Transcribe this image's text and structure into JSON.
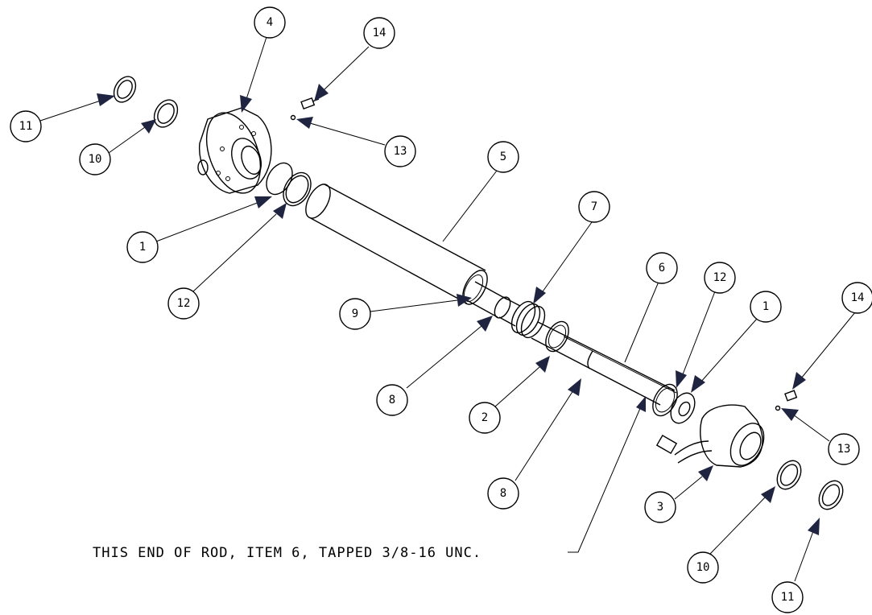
{
  "balloons": [
    {
      "id": "balloon-4",
      "label": "4"
    },
    {
      "id": "balloon-14-top",
      "label": "14"
    },
    {
      "id": "balloon-11-top",
      "label": "11"
    },
    {
      "id": "balloon-10-top",
      "label": "10"
    },
    {
      "id": "balloon-13-top",
      "label": "13"
    },
    {
      "id": "balloon-5",
      "label": "5"
    },
    {
      "id": "balloon-7",
      "label": "7"
    },
    {
      "id": "balloon-1-left",
      "label": "1"
    },
    {
      "id": "balloon-12-left",
      "label": "12"
    },
    {
      "id": "balloon-9",
      "label": "9"
    },
    {
      "id": "balloon-6",
      "label": "6"
    },
    {
      "id": "balloon-12-right",
      "label": "12"
    },
    {
      "id": "balloon-1-right",
      "label": "1"
    },
    {
      "id": "balloon-14-right",
      "label": "14"
    },
    {
      "id": "balloon-8-upper",
      "label": "8"
    },
    {
      "id": "balloon-2",
      "label": "2"
    },
    {
      "id": "balloon-13-right",
      "label": "13"
    },
    {
      "id": "balloon-8-lower",
      "label": "8"
    },
    {
      "id": "balloon-3",
      "label": "3"
    },
    {
      "id": "balloon-10-bottom",
      "label": "10"
    },
    {
      "id": "balloon-11-bottom",
      "label": "11"
    }
  ],
  "note": "THIS END OF ROD, ITEM 6, TAPPED 3/8-16 UNC."
}
